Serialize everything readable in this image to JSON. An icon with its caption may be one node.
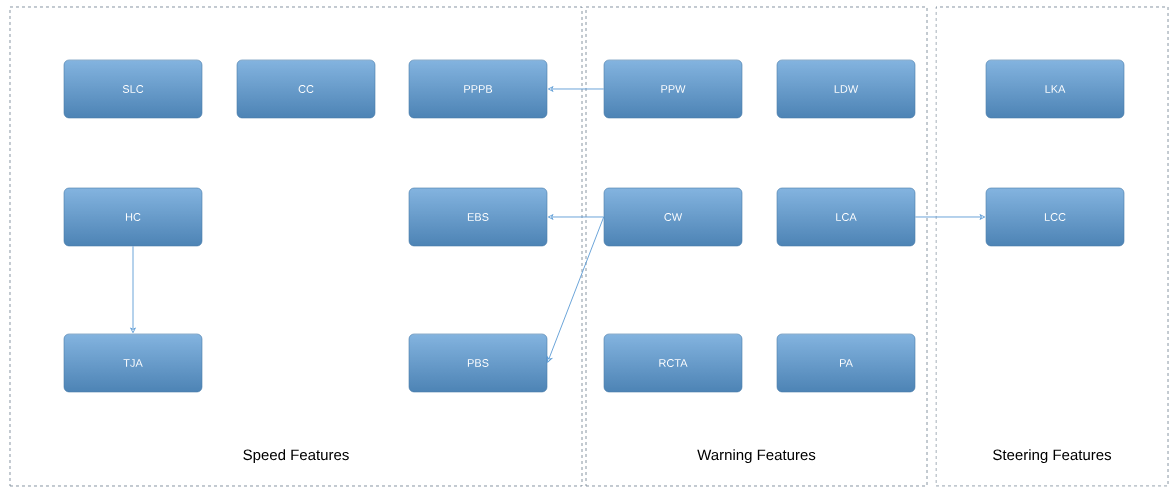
{
  "diagram": {
    "nodes": [
      {
        "text": [
          "Speed Features"
        ]
      },
      {
        "text": [
          "SLC"
        ],
        "in": 0
      },
      {
        "text": [
          "CC"
        ],
        "in": 0
      },
      {
        "text": [
          "PPPB"
        ],
        "in": 0
      },
      {
        "text": [
          "HC"
        ],
        "in": 0
      },
      {
        "text": [
          "EBS"
        ],
        "in": 0
      },
      {
        "text": [
          "TJA"
        ],
        "in": 0
      },
      {
        "text": [
          "PBS"
        ],
        "in": 0
      },
      {
        "text": [
          "Warning Features"
        ]
      },
      {
        "text": [
          "PPW"
        ],
        "in": 8
      },
      {
        "text": [
          "LDW"
        ],
        "in": 8
      },
      {
        "text": [
          "CW"
        ],
        "in": 8
      },
      {
        "text": [
          "LCA"
        ],
        "in": 8
      },
      {
        "text": [
          "RCTA"
        ],
        "in": 8
      },
      {
        "text": [
          "PA"
        ],
        "in": 8
      },
      {
        "text": [
          "Steering Features"
        ]
      },
      {
        "text": [
          "LKA"
        ],
        "in": 15
      },
      {
        "text": [
          "LCC"
        ],
        "in": 15
      }
    ],
    "edges": [
      {
        "from": 9,
        "to": 3,
        "arrow": "to"
      },
      {
        "from": 11,
        "to": 5,
        "arrow": "to"
      },
      {
        "from": 11,
        "to": 7,
        "arrow": "to"
      },
      {
        "from": 12,
        "to": 17,
        "arrow": "to"
      },
      {
        "from": 4,
        "to": 6,
        "arrow": "to"
      }
    ]
  }
}
